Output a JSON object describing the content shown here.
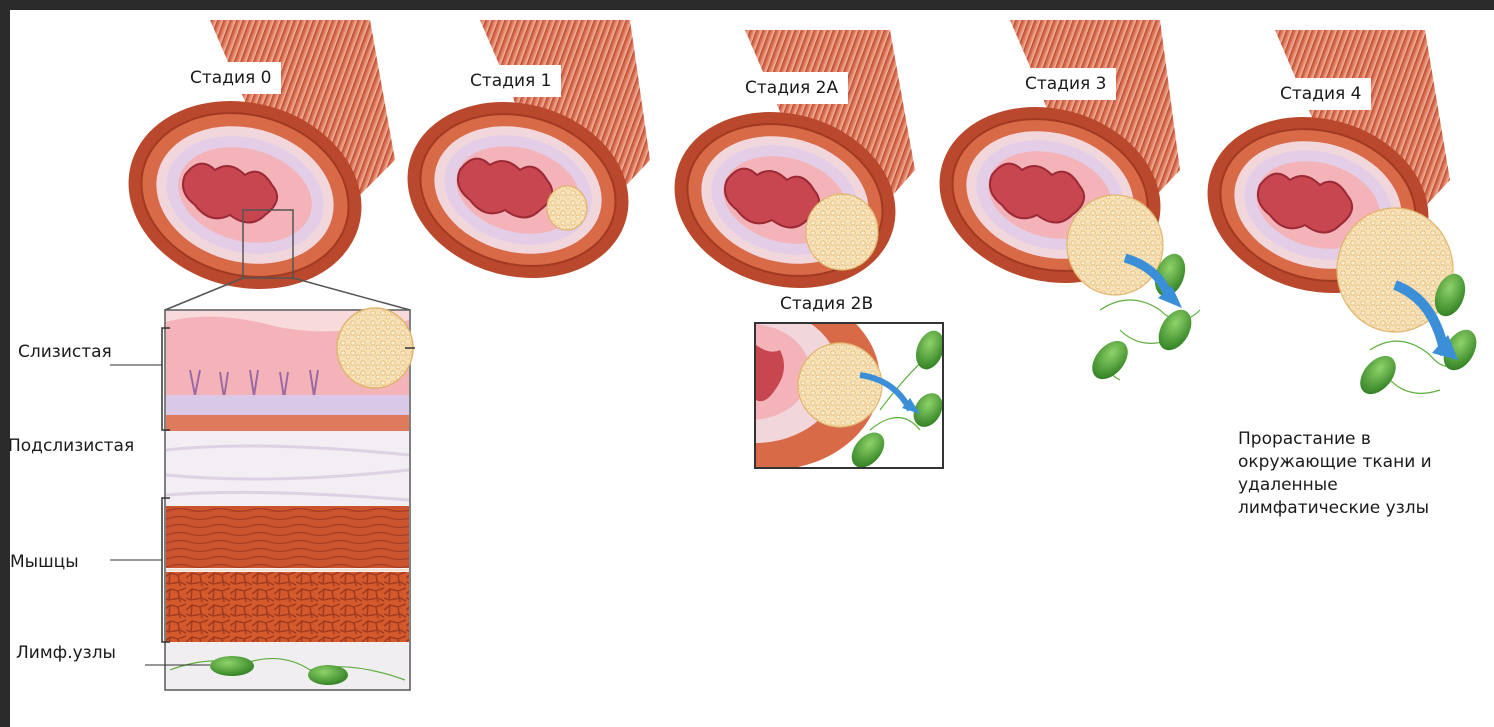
{
  "stages": [
    {
      "label": "Стадия 0"
    },
    {
      "label": "Стадия 1"
    },
    {
      "label": "Стадия 2А"
    },
    {
      "label": "Стадия 3"
    },
    {
      "label": "Стадия 4"
    }
  ],
  "inset": {
    "label": "Стадия 2В"
  },
  "layers": {
    "mucosa": "Слизистая",
    "submucosa": "Подслизистая",
    "muscle": "Мышцы",
    "lymph": "Лимф.узлы"
  },
  "note_lines": [
    "Прорастание в",
    "окружающие ткани и",
    "удаленные",
    "лимфатические узлы"
  ],
  "colors": {
    "muscle": "#c9502f",
    "muscle_dark": "#a63a22",
    "mucosa_pink": "#f3b3b8",
    "submucosa_lavender": "#d9c8e6",
    "tumor": "#f6dcae",
    "lymph_node": "#58a83a",
    "arrow_blue": "#3a8fd8",
    "background": "#ffffff",
    "frame": "#2b2b2b"
  }
}
